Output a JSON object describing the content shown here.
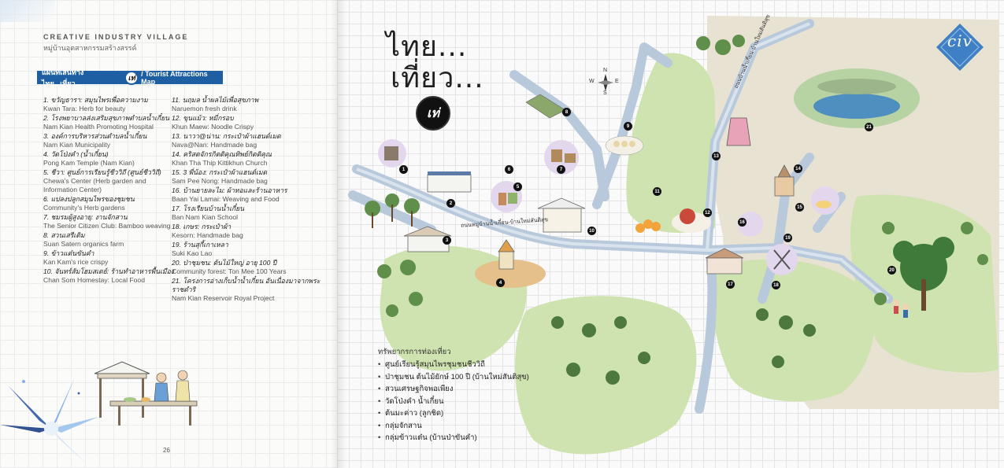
{
  "header": {
    "eyebrow": "CREATIVE INDUSTRY VILLAGE",
    "eyebrow_th": "หมู่บ้านอุตสาหกรรมสร้างสรรค์"
  },
  "map_title": {
    "th": "แผนที่เส้นทางไทย...เที่ยว...",
    "badge": "เท่",
    "en": "/ Tourist Attractions Map"
  },
  "attractions": [
    {
      "n": "1.",
      "th": "ขวัญธารา: สมุนไพรเพื่อความงาม",
      "en": "Kwan Tara: Herb for beauty"
    },
    {
      "n": "2.",
      "th": "โรงพยาบาลส่งเสริมสุขภาพตำบลน้ำเกี๋ยน",
      "en": "Nam Kian Health Promoting Hospital"
    },
    {
      "n": "3.",
      "th": "องค์การบริหารส่วนตำบลน้ำเกี๋ยน",
      "en": "Nam Kian Municipality"
    },
    {
      "n": "4.",
      "th": "วัดโป่งคำ (น้ำเกี๋ยน)",
      "en": "Pong Kam Temple (Nam Kian)"
    },
    {
      "n": "5.",
      "th": "ชีวา: ศูนย์การเรียนรู้ชีววิถี (ศูนย์ชีววิถี)",
      "en": "Chewa's Center (Herb garden and Information Center)"
    },
    {
      "n": "6.",
      "th": "แปลงปลูกสมุนไพรของชุมชน",
      "en": "Community's Herb gardens"
    },
    {
      "n": "7.",
      "th": "ชมรมผู้สูงอายุ: งานจักสาน",
      "en": "The Senior Citizen Club: Bamboo weaving"
    },
    {
      "n": "8.",
      "th": "สวนเสรีเติม",
      "en": "Suan Satern organics farm"
    },
    {
      "n": "9.",
      "th": "ข้าวแต๋นขันคำ",
      "en": "Kan Kam's rice crispy"
    },
    {
      "n": "10.",
      "th": "จันทร์ส้มโฮมสเตย์: ร้านทำอาหารพื้นเมือง",
      "en": "Chan Som Homestay: Local Food"
    },
    {
      "n": "11.",
      "th": "นฤมล น้ำผลไม้เพื่อสุขภาพ",
      "en": "Naruemon fresh drink"
    },
    {
      "n": "12.",
      "th": "ขุนแม้ว: หมี่กรอบ",
      "en": "Khun Maew: Noodle Crispy"
    },
    {
      "n": "13.",
      "th": "นาวา@น่าน: กระเป๋าผ้าแฮนด์เมด",
      "en": "Nava@Nan: Handmade bag"
    },
    {
      "n": "14.",
      "th": "คริสตจักรกิตติคุณทิพย์กิตติคุณ",
      "en": "Khan Tha Thip Kittikhun Church"
    },
    {
      "n": "15.",
      "th": "3 พี่น้อง: กระเป๋าผ้าแฮนด์เมด",
      "en": "Sam Pee Nong: Handmade bag"
    },
    {
      "n": "16.",
      "th": "บ้านยายละไม: ผ้าทอและร้านอาหาร",
      "en": "Baan Yai Lamai: Weaving and Food"
    },
    {
      "n": "17.",
      "th": "โรงเรียนบ้านน้ำเกี๋ยน",
      "en": "Ban Nam Kian School"
    },
    {
      "n": "18.",
      "th": "เกษร: กระเป๋าผ้า",
      "en": "Kesorn: Handmade bag"
    },
    {
      "n": "19.",
      "th": "ร้านสุกี้เกาเหลา",
      "en": "Suki Kao Lao"
    },
    {
      "n": "20.",
      "th": "ป่าชุมชน: ต้นไม้ใหญ่ อายุ 100 ปี",
      "en": "Community forest: Ton Mee 100 Years"
    },
    {
      "n": "21.",
      "th": "โครงการอ่างเก็บน้ำน้ำเกี๋ยน อันเนื่องมาจากพระราชดำริ",
      "en": "Nam Kian Reservoir Royal Project"
    }
  ],
  "page_number": "26",
  "tagline": {
    "line1": "ไทย...",
    "line2": "เที่ยว...",
    "badge": "เท่"
  },
  "brand": {
    "logo_text": "civ"
  },
  "compass": {
    "n": "N",
    "s": "S",
    "e": "E",
    "w": "W"
  },
  "roads": {
    "road_1": "ถนนหมู่บ้านน้ำเกี๋ยน-บ้านใหม่สันติสุข",
    "road_2": "ถนนบ้านน้ำเกี๋ยน-บ้านใหม่สันติสุข"
  },
  "resources": {
    "title": "ทรัพยากรการท่องเที่ยว",
    "items": [
      "ศูนย์เรียนรู้สมุนไพรชุมชนชีววิถี",
      "ป่าชุมชน ต้นไม้ยักษ์ 100 ปี (บ้านใหม่สันติสุข)",
      "สวนเศรษฐกิจพอเพียง",
      "วัดโป่งคำ น้ำเกี๋ยน",
      "ต้นมะค่าว (ลูกชิด)",
      "กลุ่มจักสาน",
      "กลุ่มข้าวแต๋น (บ้านป่าขันคำ)"
    ]
  },
  "map_markers": [
    "1",
    "2",
    "3",
    "4",
    "5",
    "6",
    "7",
    "8",
    "9",
    "10",
    "11",
    "12",
    "13",
    "14",
    "15",
    "16",
    "17",
    "18",
    "19",
    "20",
    "21"
  ],
  "colors": {
    "title_bar": "#1e5fa3",
    "road": "#b8c9dc",
    "green_zone": "#cfe3b0",
    "green_zone_dark": "#b7d3a3",
    "field": "#e8e2d2",
    "water": "#4f8fbf",
    "brand": "#3f7fc4"
  }
}
